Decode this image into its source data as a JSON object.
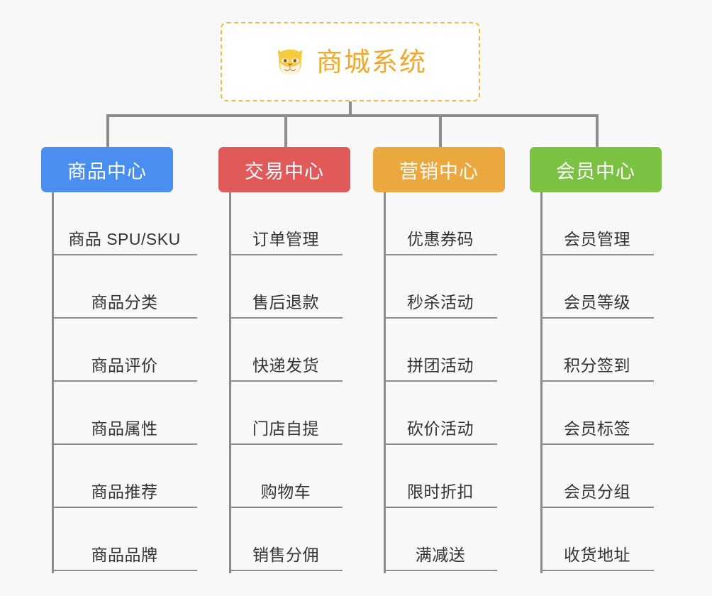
{
  "canvas": {
    "background": "#f8f8f8",
    "line_color": "#8c8c8c"
  },
  "root": {
    "label": "商城系统",
    "icon": "shiba-dog-face-icon",
    "text_color": "#f0a92e",
    "border_color": "#f3b942",
    "fill_color": "#ffffff"
  },
  "branches": [
    {
      "label": "商品中心",
      "color": "#4a8ef0",
      "items": [
        "商品 SPU/SKU",
        "商品分类",
        "商品评价",
        "商品属性",
        "商品推荐",
        "商品品牌"
      ]
    },
    {
      "label": "交易中心",
      "color": "#e05a5a",
      "items": [
        "订单管理",
        "售后退款",
        "快递发货",
        "门店自提",
        "购物车",
        "销售分佣"
      ]
    },
    {
      "label": "营销中心",
      "color": "#eaa83f",
      "items": [
        "优惠券码",
        "秒杀活动",
        "拼团活动",
        "砍价活动",
        "限时折扣",
        "满减送"
      ]
    },
    {
      "label": "会员中心",
      "color": "#7cc242",
      "items": [
        "会员管理",
        "会员等级",
        "积分签到",
        "会员标签",
        "会员分组",
        "收货地址"
      ]
    }
  ]
}
